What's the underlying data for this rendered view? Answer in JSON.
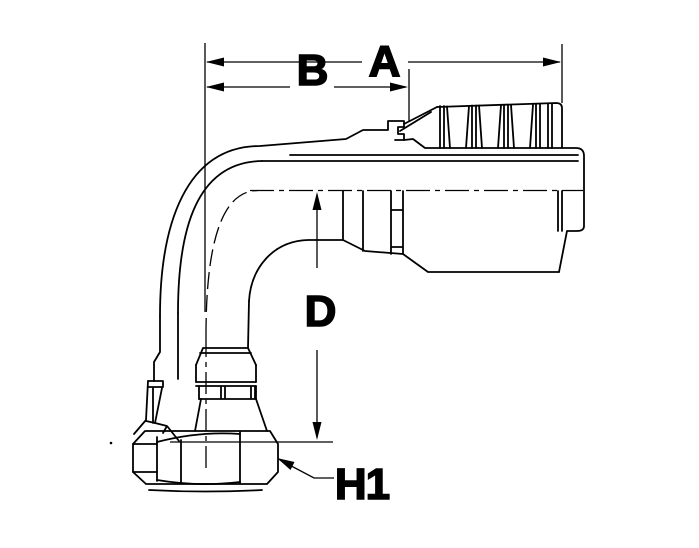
{
  "diagram": {
    "colors": {
      "line": "#000000",
      "background": "#ffffff"
    },
    "labels": {
      "dim_a": "A",
      "dim_b": "B",
      "dim_d": "D",
      "hex": "H1"
    }
  }
}
